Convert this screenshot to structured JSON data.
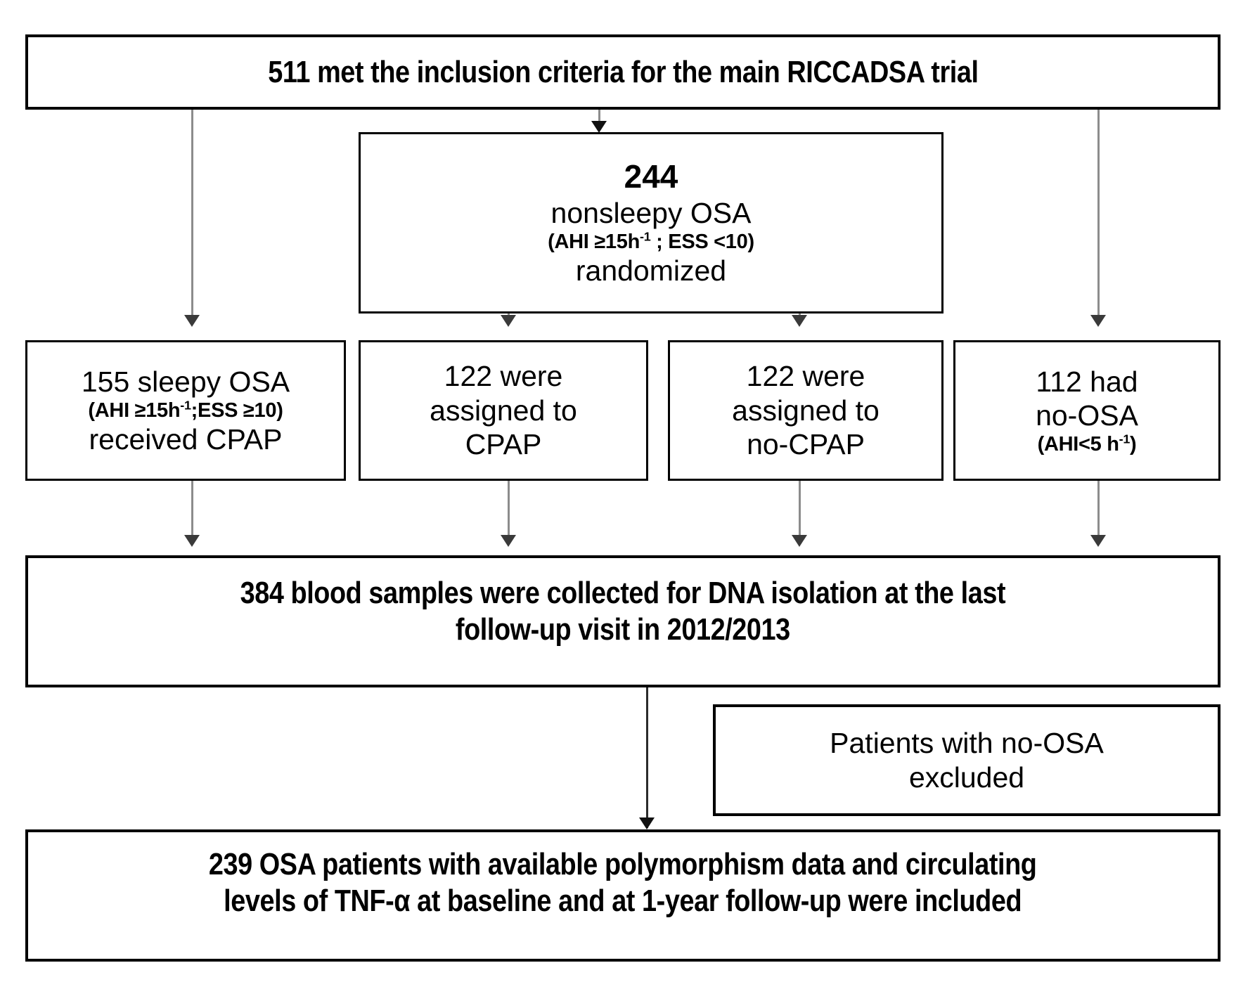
{
  "diagram": {
    "title": "RICCADSA trial patient flow diagram",
    "type": "flowchart",
    "nodes": {
      "inclusion": {
        "label": "511 met the inclusion criteria for the main RICCADSA trial",
        "count": 511
      },
      "randomized": {
        "count": "244",
        "label": "nonsleepy OSA",
        "criteria_prefix": "(AHI ≥15h",
        "criteria_sup": "-1",
        "criteria_suffix": " ; ESS <10)",
        "status": "randomized"
      },
      "sleepy_osa": {
        "line1": "155 sleepy OSA",
        "criteria_prefix": "(AHI ≥15h",
        "criteria_sup": "-1",
        "criteria_suffix": ";ESS ≥10)",
        "line3": "received CPAP"
      },
      "assigned_cpap": {
        "line1": "122 were",
        "line2": "assigned to",
        "line3": "CPAP"
      },
      "assigned_no_cpap": {
        "line1": "122 were",
        "line2": "assigned to",
        "line3": "no-CPAP"
      },
      "no_osa": {
        "line1": "112 had",
        "line2": "no-OSA",
        "criteria_prefix": "(AHI<5 h",
        "criteria_sup": "-1",
        "criteria_suffix": ")"
      },
      "blood_samples": {
        "line1": "384 blood samples were collected for DNA isolation at the last",
        "line2": "follow-up visit in 2012/2013"
      },
      "excluded": {
        "line1": "Patients with no-OSA",
        "line2": "excluded"
      },
      "included": {
        "line1": "239 OSA patients with available polymorphism data and circulating",
        "line2": "levels of TNF-α at baseline and at 1-year follow-up were included"
      }
    },
    "colors": {
      "border": "#000000",
      "background": "#ffffff",
      "text": "#000000",
      "connector": "#8c8c8c",
      "arrowhead": "#3a3a3a"
    }
  }
}
